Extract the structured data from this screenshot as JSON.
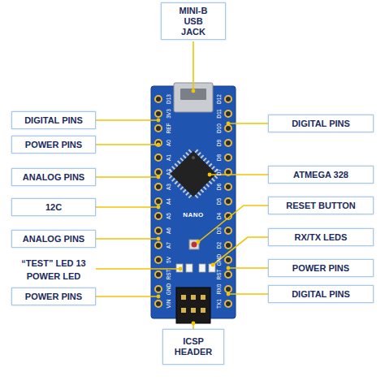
{
  "diagram": {
    "nodes": [
      {
        "text": [
          "MINI-B USB JACK"
        ]
      },
      {
        "text": [
          "DIGITAL PINS"
        ]
      },
      {
        "text": [
          "DIGITAL PINS"
        ]
      },
      {
        "text": [
          "POWER PINS"
        ]
      },
      {
        "text": [
          "ANALOG PINS"
        ]
      },
      {
        "text": [
          "ATMEGA 328"
        ]
      },
      {
        "text": [
          "12C"
        ]
      },
      {
        "text": [
          "RESET BUTTON"
        ]
      },
      {
        "text": [
          "ANALOG PINS"
        ]
      },
      {
        "text": [
          "RX/TX LEDS"
        ]
      },
      {
        "text": [
          "POWER PINS"
        ]
      },
      {
        "text": [
          "POWER PINS"
        ]
      },
      {
        "text": [
          "DIGITAL PINS"
        ]
      },
      {
        "text": [
          "ICSP HEADER"
        ]
      }
    ],
    "labels": [
      "“TEST” LED 13",
      "POWER LED",
      "NANO",
      "D13",
      "3V3",
      "REF",
      "A0",
      "A1",
      "A2",
      "A3",
      "A4",
      "A5",
      "A6",
      "A7",
      "5V",
      "RST",
      "GND",
      "VIN",
      "D12",
      "D11",
      "D10",
      "D9",
      "D8",
      "D7",
      "D6",
      "D5",
      "D4",
      "D3",
      "D2",
      "GND",
      "RST",
      "RX0",
      "TX1"
    ]
  }
}
